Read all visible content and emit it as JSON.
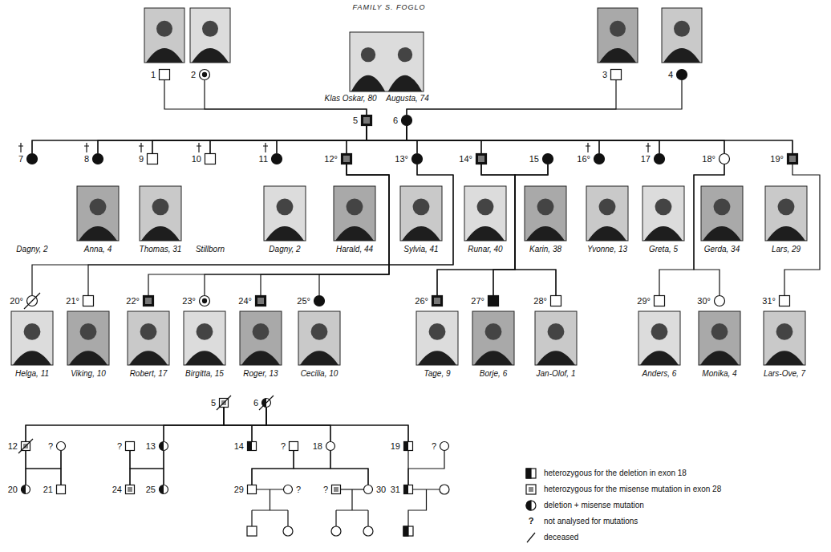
{
  "diagram": {
    "title": "FAMILY S. FOGLO",
    "nodes": [
      {
        "text": [
          "1"
        ]
      },
      {
        "text": [
          "2"
        ]
      },
      {
        "text": [
          "3"
        ]
      },
      {
        "text": [
          "4"
        ]
      },
      {
        "text": [
          "5"
        ]
      },
      {
        "text": [
          "6"
        ]
      },
      {
        "text": [
          "7"
        ]
      },
      {
        "text": [
          "8"
        ]
      },
      {
        "text": [
          "9"
        ]
      },
      {
        "text": [
          "10"
        ]
      },
      {
        "text": [
          "11"
        ]
      },
      {
        "text": [
          "12°"
        ]
      },
      {
        "text": [
          "13°"
        ]
      },
      {
        "text": [
          "14°"
        ]
      },
      {
        "text": [
          "15"
        ]
      },
      {
        "text": [
          "16°"
        ]
      },
      {
        "text": [
          "17"
        ]
      },
      {
        "text": [
          "18°"
        ]
      },
      {
        "text": [
          "19°"
        ]
      },
      {
        "text": [
          "20°"
        ]
      },
      {
        "text": [
          "21°"
        ]
      },
      {
        "text": [
          "22°"
        ]
      },
      {
        "text": [
          "23°"
        ]
      },
      {
        "text": [
          "24°"
        ]
      },
      {
        "text": [
          "25°"
        ]
      },
      {
        "text": [
          "26°"
        ]
      },
      {
        "text": [
          "27°"
        ]
      },
      {
        "text": [
          "28°"
        ]
      },
      {
        "text": [
          "29°"
        ]
      },
      {
        "text": [
          "30°"
        ]
      },
      {
        "text": [
          "31°"
        ]
      },
      {
        "text": [
          "5"
        ]
      },
      {
        "text": [
          "6"
        ]
      },
      {
        "text": [
          "12"
        ]
      },
      {
        "text": [
          "?"
        ]
      },
      {
        "text": [
          "?"
        ]
      },
      {
        "text": [
          "13"
        ]
      },
      {
        "text": [
          "14"
        ]
      },
      {
        "text": [
          "?"
        ]
      },
      {
        "text": [
          "18"
        ]
      },
      {
        "text": [
          "19"
        ]
      },
      {
        "text": [
          "?"
        ]
      },
      {
        "text": [
          "20"
        ]
      },
      {
        "text": [
          "21"
        ]
      },
      {
        "text": [
          "24"
        ]
      },
      {
        "text": [
          "25"
        ]
      },
      {
        "text": [
          "29"
        ]
      },
      {
        "text": [
          "?"
        ]
      },
      {
        "text": [
          "?"
        ]
      },
      {
        "text": [
          "30"
        ]
      },
      {
        "text": [
          "31"
        ]
      }
    ],
    "edges": [
      {
        "from": 0,
        "to": 4,
        "arrow": "none"
      },
      {
        "from": 1,
        "to": 4,
        "arrow": "none"
      },
      {
        "from": 2,
        "to": 5,
        "arrow": "none"
      },
      {
        "from": 3,
        "to": 5,
        "arrow": "none"
      },
      {
        "from": 4,
        "to": 6,
        "arrow": "none"
      },
      {
        "from": 4,
        "to": 7,
        "arrow": "none"
      },
      {
        "from": 4,
        "to": 8,
        "arrow": "none"
      },
      {
        "from": 4,
        "to": 9,
        "arrow": "none"
      },
      {
        "from": 4,
        "to": 10,
        "arrow": "none"
      },
      {
        "from": 4,
        "to": 11,
        "arrow": "none"
      },
      {
        "from": 4,
        "to": 12,
        "arrow": "none"
      },
      {
        "from": 4,
        "to": 13,
        "arrow": "none"
      },
      {
        "from": 4,
        "to": 15,
        "arrow": "none"
      },
      {
        "from": 4,
        "to": 16,
        "arrow": "none"
      },
      {
        "from": 4,
        "to": 17,
        "arrow": "none"
      },
      {
        "from": 4,
        "to": 18,
        "arrow": "none"
      },
      {
        "from": 5,
        "to": 6,
        "arrow": "none"
      },
      {
        "from": 5,
        "to": 7,
        "arrow": "none"
      },
      {
        "from": 5,
        "to": 8,
        "arrow": "none"
      },
      {
        "from": 5,
        "to": 9,
        "arrow": "none"
      },
      {
        "from": 5,
        "to": 10,
        "arrow": "none"
      },
      {
        "from": 5,
        "to": 11,
        "arrow": "none"
      },
      {
        "from": 5,
        "to": 12,
        "arrow": "none"
      },
      {
        "from": 5,
        "to": 13,
        "arrow": "none"
      },
      {
        "from": 5,
        "to": 15,
        "arrow": "none"
      },
      {
        "from": 5,
        "to": 16,
        "arrow": "none"
      },
      {
        "from": 5,
        "to": 17,
        "arrow": "none"
      },
      {
        "from": 5,
        "to": 18,
        "arrow": "none"
      },
      {
        "from": 11,
        "to": 21,
        "arrow": "none"
      },
      {
        "from": 11,
        "to": 22,
        "arrow": "none"
      },
      {
        "from": 11,
        "to": 23,
        "arrow": "none"
      },
      {
        "from": 11,
        "to": 24,
        "arrow": "none"
      },
      {
        "from": 12,
        "to": 19,
        "arrow": "none"
      },
      {
        "from": 12,
        "to": 20,
        "arrow": "none"
      },
      {
        "from": 13,
        "to": 25,
        "arrow": "none"
      },
      {
        "from": 13,
        "to": 26,
        "arrow": "none"
      },
      {
        "from": 13,
        "to": 27,
        "arrow": "none"
      },
      {
        "from": 14,
        "to": 25,
        "arrow": "none"
      },
      {
        "from": 14,
        "to": 26,
        "arrow": "none"
      },
      {
        "from": 14,
        "to": 27,
        "arrow": "none"
      },
      {
        "from": 17,
        "to": 28,
        "arrow": "none"
      },
      {
        "from": 17,
        "to": 29,
        "arrow": "none"
      },
      {
        "from": 18,
        "to": 30,
        "arrow": "none"
      },
      {
        "from": 31,
        "to": 33,
        "arrow": "none"
      },
      {
        "from": 31,
        "to": 36,
        "arrow": "none"
      },
      {
        "from": 31,
        "to": 37,
        "arrow": "none"
      },
      {
        "from": 31,
        "to": 39,
        "arrow": "none"
      },
      {
        "from": 31,
        "to": 40,
        "arrow": "none"
      },
      {
        "from": 32,
        "to": 33,
        "arrow": "none"
      },
      {
        "from": 32,
        "to": 36,
        "arrow": "none"
      },
      {
        "from": 32,
        "to": 37,
        "arrow": "none"
      },
      {
        "from": 32,
        "to": 39,
        "arrow": "none"
      },
      {
        "from": 32,
        "to": 40,
        "arrow": "none"
      },
      {
        "from": 33,
        "to": 42,
        "arrow": "none"
      },
      {
        "from": 33,
        "to": 43,
        "arrow": "none"
      },
      {
        "from": 34,
        "to": 42,
        "arrow": "none"
      },
      {
        "from": 34,
        "to": 43,
        "arrow": "none"
      },
      {
        "from": 35,
        "to": 44,
        "arrow": "none"
      },
      {
        "from": 35,
        "to": 45,
        "arrow": "none"
      },
      {
        "from": 36,
        "to": 44,
        "arrow": "none"
      },
      {
        "from": 36,
        "to": 45,
        "arrow": "none"
      },
      {
        "from": 38,
        "to": 46,
        "arrow": "none"
      },
      {
        "from": 38,
        "to": 49,
        "arrow": "none"
      },
      {
        "from": 39,
        "to": 46,
        "arrow": "none"
      },
      {
        "from": 39,
        "to": 49,
        "arrow": "none"
      },
      {
        "from": 40,
        "to": 50,
        "arrow": "none"
      },
      {
        "from": 41,
        "to": 50,
        "arrow": "none"
      },
      {
        "from": 46,
        "to": 47,
        "arrow": "none"
      },
      {
        "from": 48,
        "to": 49,
        "arrow": "none"
      }
    ],
    "labels": [
      "Klas Oskar, 80",
      "Augusta, 74",
      "Dagny, 2",
      "Anna, 4",
      "Thomas, 31",
      "Stillborn",
      "Dagny, 2",
      "Harald, 44",
      "Sylvia, 41",
      "Runar, 40",
      "Karin, 38",
      "Yvonne, 13",
      "Greta, 5",
      "Gerda, 34",
      "Lars, 29",
      "Helga, 11",
      "Viking, 10",
      "Robert, 17",
      "Birgitta, 15",
      "Roger, 13",
      "Cecilia, 10",
      "Tage, 9",
      "Borje, 6",
      "Jan-Olof, 1",
      "Anders, 6",
      "Monika, 4",
      "Lars-Ove, 7",
      "?"
    ],
    "legend": [
      {
        "text": "heterozygous for the deletion in exon 18"
      },
      {
        "text": "heterozygous for the misense mutation in exon 28"
      },
      {
        "text": "deletion + misense mutation"
      },
      {
        "text": "not analysed for mutations"
      },
      {
        "text": "deceased"
      }
    ]
  }
}
